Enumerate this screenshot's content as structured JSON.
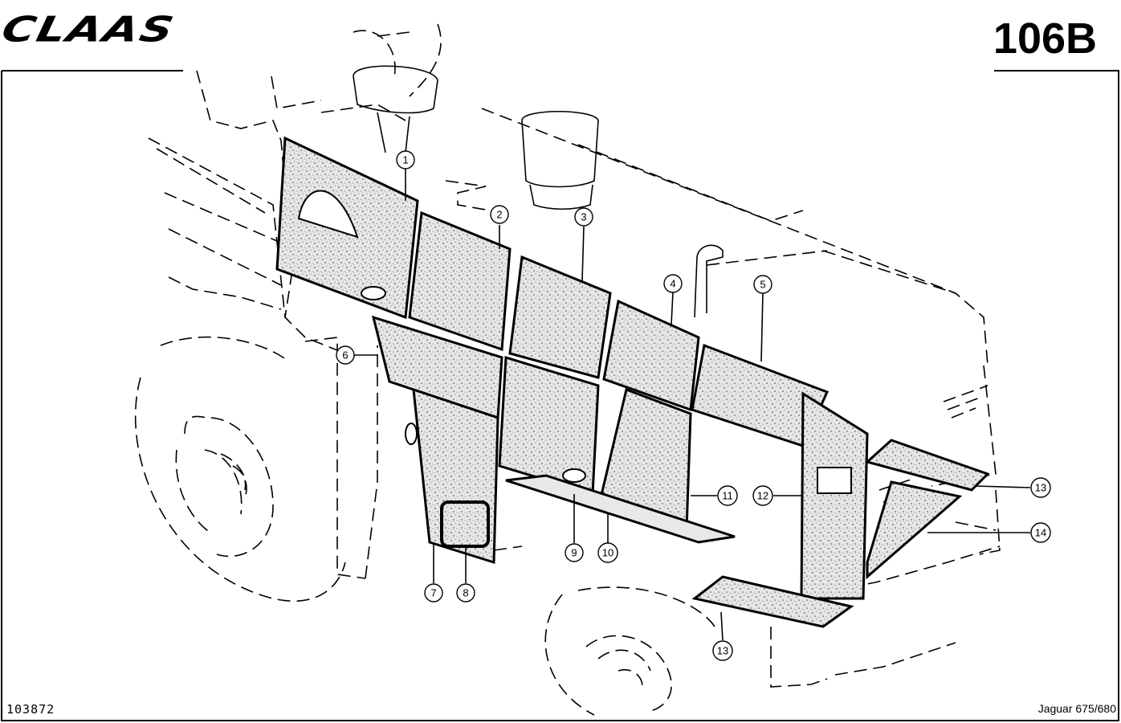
{
  "header": {
    "logo_text": "CLAAS",
    "page_code": "106B"
  },
  "footer": {
    "drawing_number": "103872",
    "model_reference": "Jaguar 675/680"
  },
  "callouts": [
    {
      "label": "1"
    },
    {
      "label": "2"
    },
    {
      "label": "3"
    },
    {
      "label": "4"
    },
    {
      "label": "5"
    },
    {
      "label": "6"
    },
    {
      "label": "7"
    },
    {
      "label": "8"
    },
    {
      "label": "9"
    },
    {
      "label": "10"
    },
    {
      "label": "11"
    },
    {
      "label": "12"
    },
    {
      "label": "13"
    },
    {
      "label": "14"
    },
    {
      "label": "13"
    }
  ],
  "colors": {
    "line": "#000000",
    "panel_fill": "#dcdcdc",
    "background": "#ffffff"
  }
}
